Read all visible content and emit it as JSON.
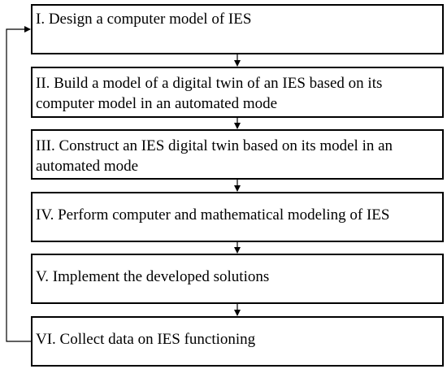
{
  "steps": [
    {
      "label": "I. Design a computer model of IES"
    },
    {
      "label": "II. Build a model of a digital twin of an IES based on its computer model in an automated mode"
    },
    {
      "label": "III. Construct an IES digital twin based on its model in an automated mode"
    },
    {
      "label": "IV. Perform computer and mathematical modeling of IES"
    },
    {
      "label": "V. Implement the developed solutions"
    },
    {
      "label": "VI. Collect data on IES functioning"
    }
  ],
  "colors": {
    "stroke": "#000000",
    "background": "#ffffff"
  }
}
